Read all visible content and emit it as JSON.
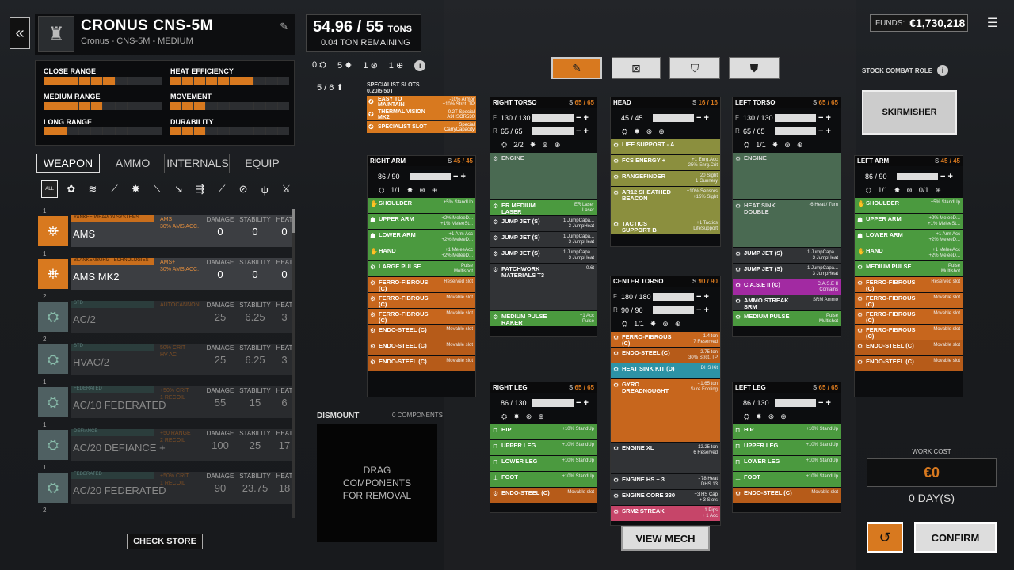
{
  "header": {
    "collapse_icon": "«",
    "mech_name": "CRONUS CNS-5M",
    "mech_sub": "Cronus - CNS-5M - MEDIUM"
  },
  "stats": [
    {
      "label": "CLOSE RANGE",
      "level": 0.6
    },
    {
      "label": "HEAT EFFICIENCY",
      "level": 0.7
    },
    {
      "label": "MEDIUM RANGE",
      "level": 0.45
    },
    {
      "label": "MOVEMENT",
      "level": 0.3
    },
    {
      "label": "LONG RANGE",
      "level": 0.2
    },
    {
      "label": "DURABILITY",
      "level": 0.3
    }
  ],
  "tabs": [
    "WEAPON",
    "AMMO",
    "INTERNALS",
    "EQUIP"
  ],
  "filter_all": "ALL",
  "inventory": [
    {
      "count": "1",
      "mfr": "YANKEE WEAPON SYSTEMS",
      "name": "AMS",
      "note": "AMS\n30% AMS ACC.",
      "damage": "0",
      "stability": "0",
      "heat": "0",
      "dim": false
    },
    {
      "count": "1",
      "mfr": "BLANKENBURG TECHNOLOGIES",
      "name": "AMS MK2",
      "note": "AMS+\n30% AMS ACC.",
      "damage": "0",
      "stability": "0",
      "heat": "0",
      "dim": false
    },
    {
      "count": "2",
      "mfr": "STD",
      "name": "AC/2",
      "note": "AUTOCANNON",
      "damage": "25",
      "stability": "6.25",
      "heat": "3",
      "dim": true
    },
    {
      "count": "2",
      "mfr": "STD",
      "name": "HVAC/2",
      "note": "50% CRIT\nHV AC",
      "damage": "25",
      "stability": "6.25",
      "heat": "3",
      "dim": true
    },
    {
      "count": "1",
      "mfr": "FEDERATED",
      "name": "AC/10 FEDERATED",
      "note": "+50% CRIT\n1 RECOIL",
      "damage": "55",
      "stability": "15",
      "heat": "6",
      "dim": true
    },
    {
      "count": "1",
      "mfr": "DEFIANCE",
      "name": "AC/20 DEFIANCE +",
      "note": "+50 RANGE\n2 RECOIL",
      "damage": "100",
      "stability": "25",
      "heat": "17",
      "dim": true
    },
    {
      "count": "1",
      "mfr": "FEDERATED",
      "name": "AC/20 FEDERATED",
      "note": "+50% CRIT\n1 RECOIL",
      "damage": "90",
      "stability": "23.75",
      "heat": "18",
      "dim": true
    }
  ],
  "inventory_last_count": "2",
  "col_labels": {
    "damage": "DAMAGE",
    "stability": "STABILITY",
    "heat": "HEAT"
  },
  "check_store": "CHECK STORE",
  "tonnage": {
    "used": "54.96",
    "sep": " / ",
    "max": "55",
    "unit": "TONS",
    "remaining": "0.04 TON REMAINING"
  },
  "hardpoints": [
    "0",
    "5",
    "1",
    "1"
  ],
  "support_count": "5 / 6",
  "specialist": {
    "title": "SPECIALIST SLOTS",
    "sub": "0.20/5.50T",
    "items": [
      {
        "name": "EASY TO MAINTAIN",
        "desc": "-10% Armor\n+10% Strct. TP"
      },
      {
        "name": "THERMAL VISION MK2",
        "desc": "0.2T Special\nA9HSOR530"
      },
      {
        "name": "SPECIALIST SLOT",
        "desc": "Special\nCarryCapacity"
      }
    ]
  },
  "locations": {
    "right_torso": {
      "title": "RIGHT TORSO",
      "cap": "65 / 65",
      "s": "S",
      "armor": [
        {
          "lt": "F",
          "v": "130 / 130"
        },
        {
          "lt": "R",
          "v": "65 / 65"
        }
      ],
      "hp": "2/2"
    },
    "head": {
      "title": "HEAD",
      "cap": "16 / 16",
      "s": "S",
      "armor": [
        {
          "lt": "",
          "v": "45 / 45"
        }
      ]
    },
    "left_torso": {
      "title": "LEFT TORSO",
      "cap": "65 / 65",
      "s": "S",
      "armor": [
        {
          "lt": "F",
          "v": "130 / 130"
        },
        {
          "lt": "R",
          "v": "65 / 65"
        }
      ],
      "hp": "1/1"
    },
    "right_arm": {
      "title": "RIGHT ARM",
      "cap": "45 / 45",
      "s": "S",
      "armor": [
        {
          "lt": "",
          "v": "86 / 90"
        }
      ],
      "hp": "1/1"
    },
    "left_arm": {
      "title": "LEFT ARM",
      "cap": "45 / 45",
      "s": "S",
      "armor": [
        {
          "lt": "",
          "v": "86 / 90"
        }
      ],
      "hp": "1/1",
      "hp2": "0/1"
    },
    "center_torso": {
      "title": "CENTER TORSO",
      "cap": "90 / 90",
      "s": "S",
      "armor": [
        {
          "lt": "F",
          "v": "180 / 180"
        },
        {
          "lt": "R",
          "v": "90 / 90"
        }
      ],
      "hp": "1/1"
    },
    "right_leg": {
      "title": "RIGHT LEG",
      "cap": "65 / 65",
      "s": "S",
      "armor": [
        {
          "lt": "",
          "v": "86 / 130"
        }
      ]
    },
    "left_leg": {
      "title": "LEFT LEG",
      "cap": "65 / 65",
      "s": "S",
      "armor": [
        {
          "lt": "",
          "v": "86 / 130"
        }
      ]
    }
  },
  "slots": {
    "right_arm": [
      {
        "n": "SHOULDER",
        "d": "+5% StandUp",
        "c": "s-g"
      },
      {
        "n": "UPPER ARM",
        "d": "+2% MeleeD...\n+1% MeleeSt...",
        "c": "s-g"
      },
      {
        "n": "LOWER ARM",
        "d": "+1 Arm Acc\n+2% MeleeD...",
        "c": "s-g"
      },
      {
        "n": "HAND",
        "d": "+1 MeleeAcc\n+2% MeleeD...",
        "c": "s-g"
      },
      {
        "n": "LARGE PULSE",
        "d": "Pulse\nMultishot",
        "c": "s-g"
      },
      {
        "n": "FERRO-FIBROUS (C)",
        "d": "Reserved slot",
        "c": "s-o"
      },
      {
        "n": "FERRO-FIBROUS (C)",
        "d": "Movable slot",
        "c": "s-o"
      },
      {
        "n": "FERRO-FIBROUS (C)",
        "d": "Movable slot",
        "c": "s-o"
      },
      {
        "n": "ENDO-STEEL (C)",
        "d": "Movable slot",
        "c": "s-o2"
      },
      {
        "n": "ENDO-STEEL (C)",
        "d": "Movable slot",
        "c": "s-o2"
      },
      {
        "n": "ENDO-STEEL (C)",
        "d": "Movable slot",
        "c": "s-o2"
      }
    ],
    "right_torso": [
      {
        "n": "ENGINE",
        "d": "",
        "c": "s-gr",
        "h": 3
      },
      {
        "n": "ER MEDIUM LASER",
        "d": "ER Laser\nLaser",
        "c": "s-g"
      },
      {
        "n": "JUMP JET (S)",
        "d": "1 JumpCapa...\n3 JumpHeat",
        "c": "s-dk"
      },
      {
        "n": "JUMP JET (S)",
        "d": "1 JumpCapa...\n3 JumpHeat",
        "c": "s-dk"
      },
      {
        "n": "JUMP JET (S)",
        "d": "1 JumpCapa...\n3 JumpHeat",
        "c": "s-dk"
      },
      {
        "n": "PATCHWORK MATERIALS T3",
        "d": "-0.6t",
        "c": "s-dk",
        "h": 3
      },
      {
        "n": "MEDIUM PULSE RAKER",
        "d": "+1 Acc\nPulse",
        "c": "s-g"
      }
    ],
    "head": [
      {
        "n": "LIFE SUPPORT - A",
        "d": "",
        "c": "s-olive"
      },
      {
        "n": "FCS ENERGY +",
        "d": "+1 Enrg.Acc\n25% Enrg.Crit",
        "c": "s-olive"
      },
      {
        "n": "RANGEFINDER",
        "d": "20 Sight\n1 Gunnery",
        "c": "s-olive"
      },
      {
        "n": "AR12 SHEATHED BEACON",
        "d": "+10% Sensors\n+15% Sight",
        "c": "s-olive",
        "h": 2
      },
      {
        "n": "TACTICS SUPPORT B",
        "d": "+1 Tactics\nLifeSupport",
        "c": "s-olive"
      }
    ],
    "left_torso": [
      {
        "n": "ENGINE",
        "d": "",
        "c": "s-gr",
        "h": 3
      },
      {
        "n": "HEAT SINK DOUBLE",
        "d": "-6 Heat / Turn",
        "c": "s-gr",
        "h": 3
      },
      {
        "n": "JUMP JET (S)",
        "d": "1 JumpCapa...\n3 JumpHeat",
        "c": "s-dk"
      },
      {
        "n": "JUMP JET (S)",
        "d": "1 JumpCapa...\n3 JumpHeat",
        "c": "s-dk"
      },
      {
        "n": "C.A.S.E II (C)",
        "d": "C.A.S.E II\nContains",
        "c": "s-p"
      },
      {
        "n": "AMMO STREAK SRM",
        "d": "SRM Ammo",
        "c": "s-dk"
      },
      {
        "n": "MEDIUM PULSE",
        "d": "Pulse\nMultishot",
        "c": "s-g"
      }
    ],
    "left_arm": [
      {
        "n": "SHOULDER",
        "d": "+5% StandUp",
        "c": "s-g"
      },
      {
        "n": "UPPER ARM",
        "d": "+2% MeleeD...\n+1% MeleeSt...",
        "c": "s-g"
      },
      {
        "n": "LOWER ARM",
        "d": "+1 Arm Acc\n+2% MeleeD...",
        "c": "s-g"
      },
      {
        "n": "HAND",
        "d": "+1 MeleeAcc\n+2% MeleeD...",
        "c": "s-g"
      },
      {
        "n": "MEDIUM PULSE",
        "d": "Pulse\nMultishot",
        "c": "s-g"
      },
      {
        "n": "FERRO-FIBROUS (C)",
        "d": "Reserved slot",
        "c": "s-o"
      },
      {
        "n": "FERRO-FIBROUS (C)",
        "d": "Movable slot",
        "c": "s-o"
      },
      {
        "n": "FERRO-FIBROUS (C)",
        "d": "Movable slot",
        "c": "s-o"
      },
      {
        "n": "FERRO-FIBROUS (C)",
        "d": "Movable slot",
        "c": "s-o"
      },
      {
        "n": "ENDO-STEEL (C)",
        "d": "Movable slot",
        "c": "s-o2"
      },
      {
        "n": "ENDO-STEEL (C)",
        "d": "Movable slot",
        "c": "s-o2"
      }
    ],
    "center_torso": [
      {
        "n": "FERRO-FIBROUS (C)",
        "d": "1.4 ton\n7 Reserved",
        "c": "s-o"
      },
      {
        "n": "ENDO-STEEL (C)",
        "d": "- 2.75 ton\n30% Strct. TP",
        "c": "s-o2"
      },
      {
        "n": "HEAT SINK KIT (D)",
        "d": "DHS Kit",
        "c": "s-b"
      },
      {
        "n": "GYRO DREADNOUGHT",
        "d": "- 1.65 ton\nSure Footing",
        "c": "s-o",
        "h": 4
      },
      {
        "n": "ENGINE XL",
        "d": "- 12.25 ton\n6 Reserved",
        "c": "s-dk",
        "h": 2
      },
      {
        "n": "ENGINE HS + 3",
        "d": "- 78 Heat\nDHS 13",
        "c": "s-dk"
      },
      {
        "n": "ENGINE CORE 330",
        "d": "+3 HS Cap\n+ 3 Slots",
        "c": "s-dk"
      },
      {
        "n": "SRM2 STREAK",
        "d": "1 Pips\n+ 1 Acc",
        "c": "s-pk"
      }
    ],
    "right_leg": [
      {
        "n": "HIP",
        "d": "+10% StandUp",
        "c": "s-g"
      },
      {
        "n": "UPPER LEG",
        "d": "+10% StandUp",
        "c": "s-g"
      },
      {
        "n": "LOWER LEG",
        "d": "+10% StandUp",
        "c": "s-g"
      },
      {
        "n": "FOOT",
        "d": "+10% StandUp",
        "c": "s-g"
      },
      {
        "n": "ENDO-STEEL (C)",
        "d": "Movable slot",
        "c": "s-o2"
      }
    ],
    "left_leg": [
      {
        "n": "HIP",
        "d": "+10% StandUp",
        "c": "s-g"
      },
      {
        "n": "UPPER LEG",
        "d": "+10% StandUp",
        "c": "s-g"
      },
      {
        "n": "LOWER LEG",
        "d": "+10% StandUp",
        "c": "s-g"
      },
      {
        "n": "FOOT",
        "d": "+10% StandUp",
        "c": "s-g"
      },
      {
        "n": "ENDO-STEEL (C)",
        "d": "Movable slot",
        "c": "s-o2"
      }
    ]
  },
  "dismount": {
    "title": "DISMOUNT",
    "count": "0 COMPONENTS",
    "hint": "DRAG COMPONENTS FOR REMOVAL"
  },
  "funds": {
    "label": "FUNDS:",
    "value": "€1,730,218"
  },
  "stock_role": {
    "label": "STOCK COMBAT ROLE",
    "value": "SKIRMISHER"
  },
  "work_cost": {
    "label": "WORK COST",
    "value": "€0",
    "days": "0 DAY(S)"
  },
  "buttons": {
    "view_mech": "VIEW MECH",
    "confirm": "CONFIRM"
  },
  "colors": {
    "accent": "#d8791f",
    "slot_green": "#4b9a3f",
    "slot_orange": "#c7661d",
    "slot_purple": "#a22aa2",
    "slot_blue": "#2d93a6"
  }
}
